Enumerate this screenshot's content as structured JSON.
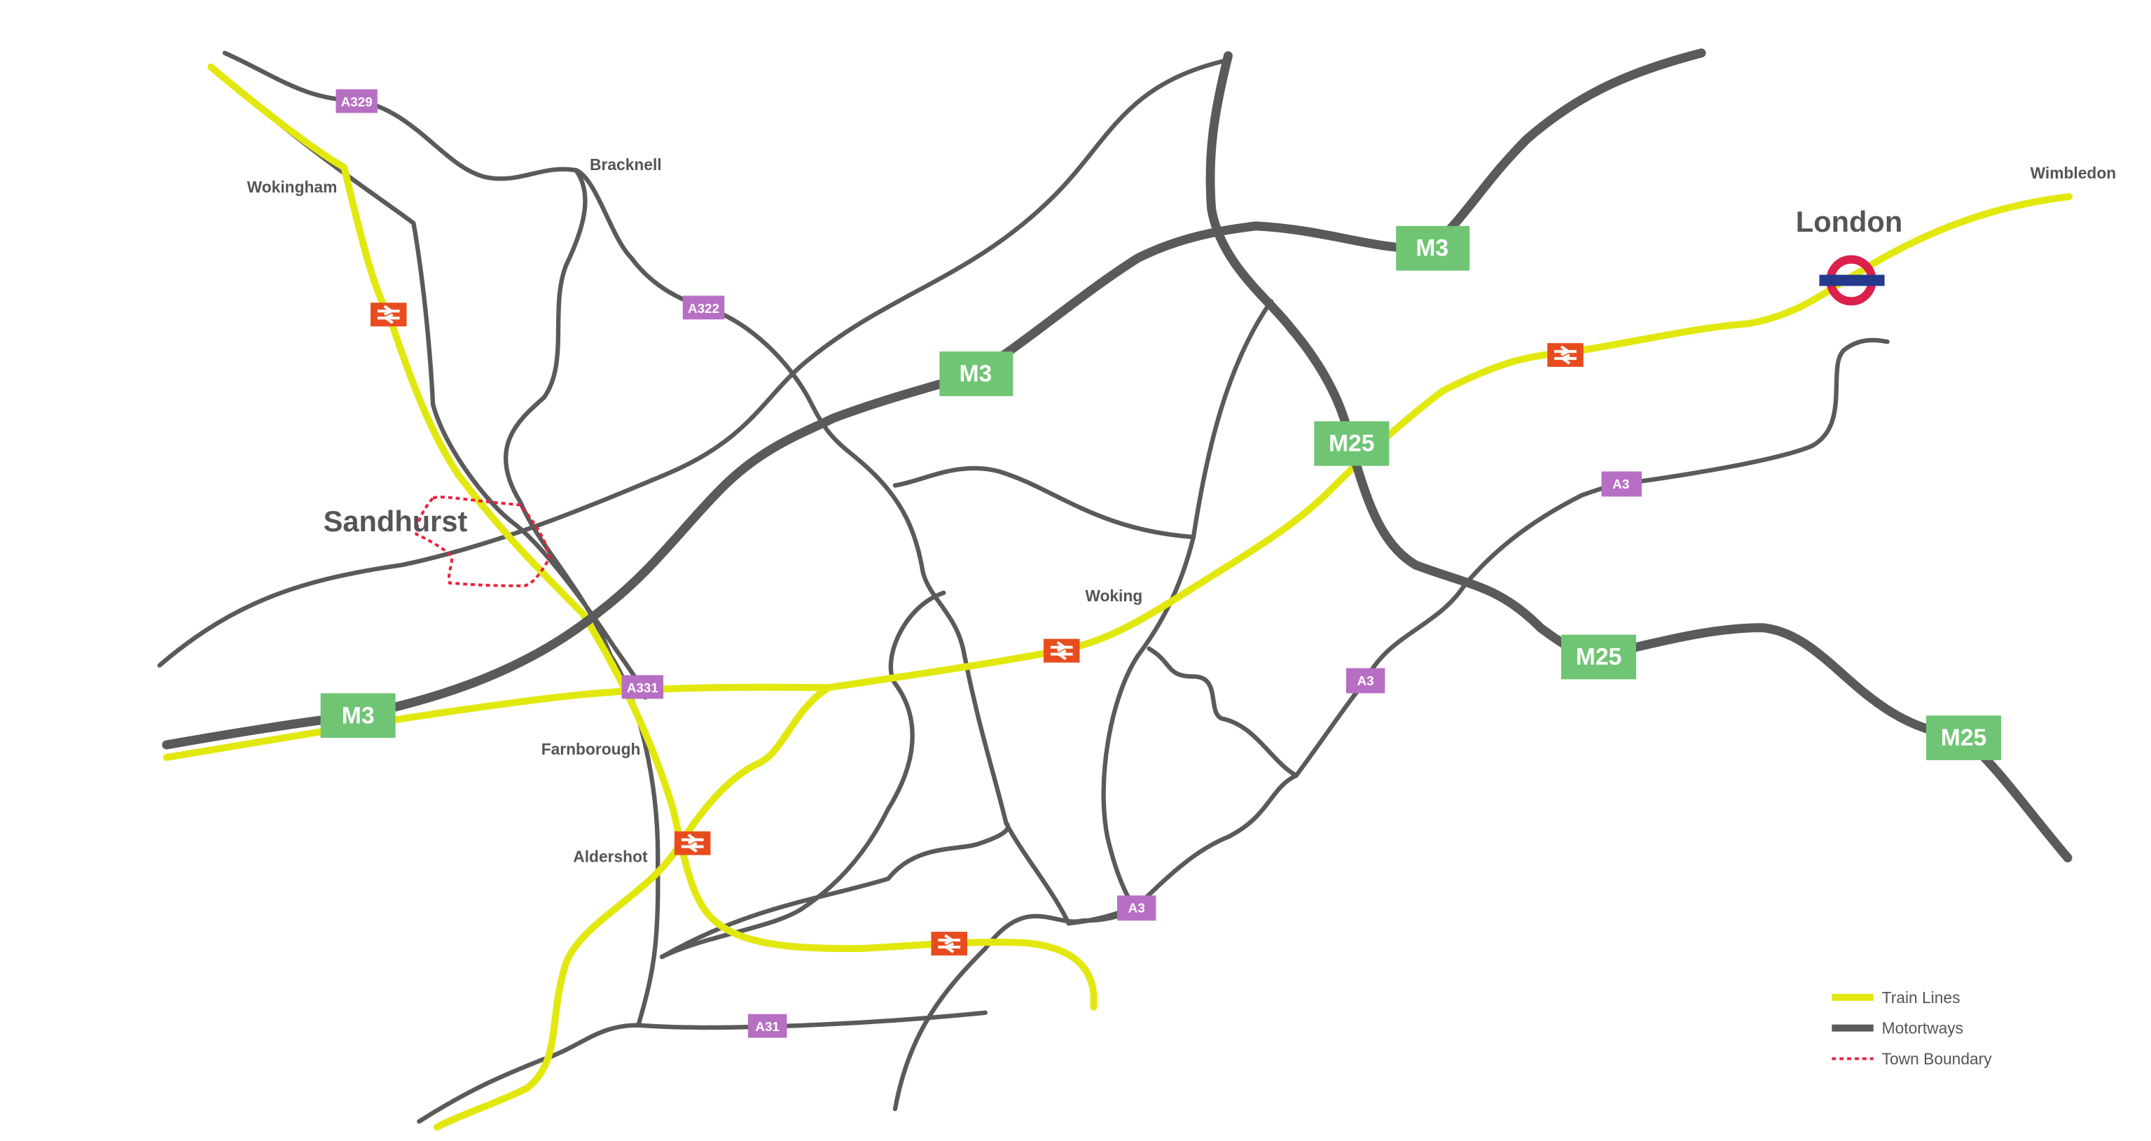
{
  "colors": {
    "background": "#ffffff",
    "road": "#5a5a5a",
    "train_line": "#e2e80e",
    "town_boundary": "#e8223b",
    "a_road_sign": "#b76fc4",
    "motorway_sign": "#6fc573",
    "rail_station": "#e84c1e",
    "underground_ring": "#dc1f4b",
    "underground_bar": "#233a8c",
    "label_text": "#555555"
  },
  "towns": {
    "wokingham": "Wokingham",
    "bracknell": "Bracknell",
    "sandhurst": "Sandhurst",
    "farnborough": "Farnborough",
    "aldershot": "Aldershot",
    "woking": "Woking",
    "london": "London",
    "wimbledon": "Wimbledon"
  },
  "road_signs": {
    "a329": "A329",
    "a322": "A322",
    "a331": "A331",
    "a31": "A31",
    "a3_south": "A3",
    "a3_mid": "A3",
    "a3_north": "A3"
  },
  "motorway_signs": {
    "m3_west": "M3",
    "m3_mid": "M3",
    "m3_east": "M3",
    "m25_north": "M25",
    "m25_mid": "M25",
    "m25_south": "M25"
  },
  "legend": {
    "train_lines": "Train Lines",
    "motorways": "Motortways",
    "town_boundary": "Town Boundary"
  }
}
